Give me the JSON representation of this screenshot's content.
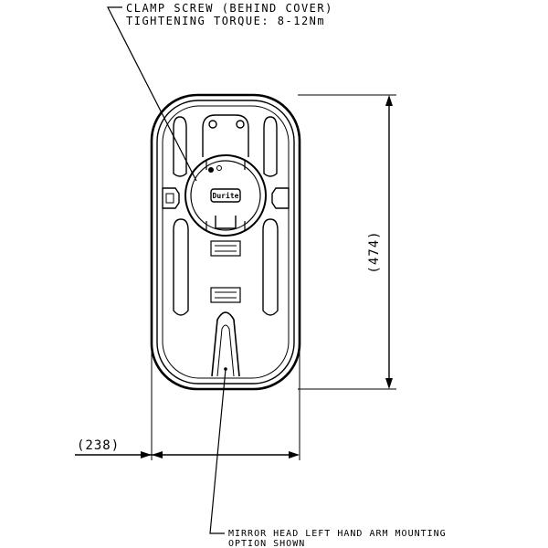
{
  "callouts": {
    "clamp_screw_line1": "CLAMP SCREW (BEHIND COVER)",
    "clamp_screw_line2": "TIGHTENING TORQUE: 8-12Nm",
    "mounting_line1": "MIRROR HEAD LEFT HAND ARM MOUNTING",
    "mounting_line2": "OPTION SHOWN"
  },
  "dimensions": {
    "height": "(474)",
    "width": "(238)"
  },
  "logo_text": "Durite"
}
